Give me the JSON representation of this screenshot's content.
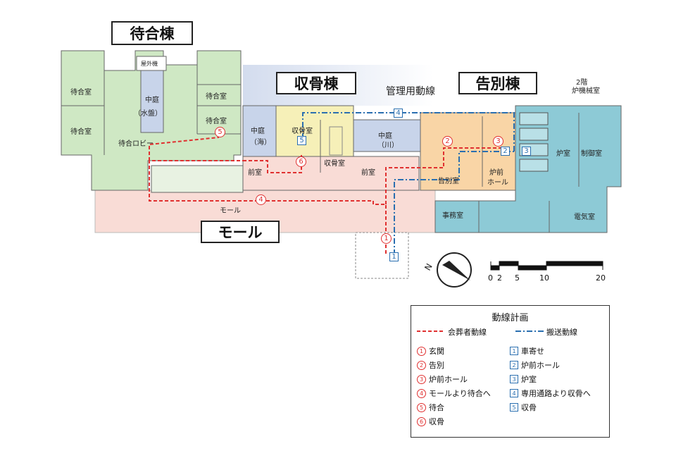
{
  "buildings": {
    "waiting": "待合棟",
    "bone_collection": "収骨棟",
    "farewell": "告別棟",
    "mall": "モール"
  },
  "annotations": {
    "management_route": "管理用動線",
    "second_floor_line1": "2階",
    "second_floor_line2": "炉機械室"
  },
  "rooms": {
    "outdoor_unit": "屋外機",
    "waiting_room_1": "待合室",
    "waiting_room_2": "待合室",
    "waiting_room_3": "待合室",
    "waiting_room_4": "待合室",
    "courtyard_water": "中庭",
    "courtyard_water_sub": "（水盤）",
    "waiting_lobby": "待合ロビー",
    "courtyard_sea": "中庭",
    "courtyard_sea_sub": "（海）",
    "bone_room_1": "収骨室",
    "bone_room_2": "収骨室",
    "courtyard_river": "中庭",
    "courtyard_river_sub": "（川）",
    "anteroom_1": "前室",
    "anteroom_2": "前室",
    "farewell_room": "告別室",
    "furnace_hall_1": "炉前",
    "furnace_hall_2": "ホール",
    "furnace_room": "炉室",
    "control_room": "制御室",
    "office": "事務室",
    "electrical_room": "電気室",
    "mall_label": "モール"
  },
  "route_markers": {
    "mourner": [
      "1",
      "2",
      "3",
      "4",
      "5",
      "6"
    ],
    "transport": [
      "1",
      "2",
      "3",
      "4",
      "5"
    ]
  },
  "scale": {
    "ticks": [
      "0",
      "2",
      "5",
      "10",
      "20"
    ]
  },
  "compass": {
    "north": "N"
  },
  "legend": {
    "title": "動線計画",
    "mourner_label": "会葬者動線",
    "transport_label": "搬送動線",
    "mourner_items": [
      {
        "num": "1",
        "text": "玄関"
      },
      {
        "num": "2",
        "text": "告別"
      },
      {
        "num": "3",
        "text": "炉前ホール"
      },
      {
        "num": "4",
        "text": "モールより待合へ"
      },
      {
        "num": "5",
        "text": "待合"
      },
      {
        "num": "6",
        "text": "収骨"
      }
    ],
    "transport_items": [
      {
        "num": "1",
        "text": "車寄せ"
      },
      {
        "num": "2",
        "text": "炉前ホール"
      },
      {
        "num": "3",
        "text": "炉室"
      },
      {
        "num": "4",
        "text": "専用通路より収骨へ"
      },
      {
        "num": "5",
        "text": "収骨"
      }
    ]
  },
  "colors": {
    "waiting_zone": "#cfe8c4",
    "bone_zone": "#f6f0b8",
    "farewell_zone": "#f9d5a6",
    "furnace_zone": "#8dcad6",
    "courtyard": "#c8d4ea",
    "mall_zone": "#f9dcd6",
    "mourner_route": "#e03030",
    "transport_route": "#2a6fb0"
  }
}
